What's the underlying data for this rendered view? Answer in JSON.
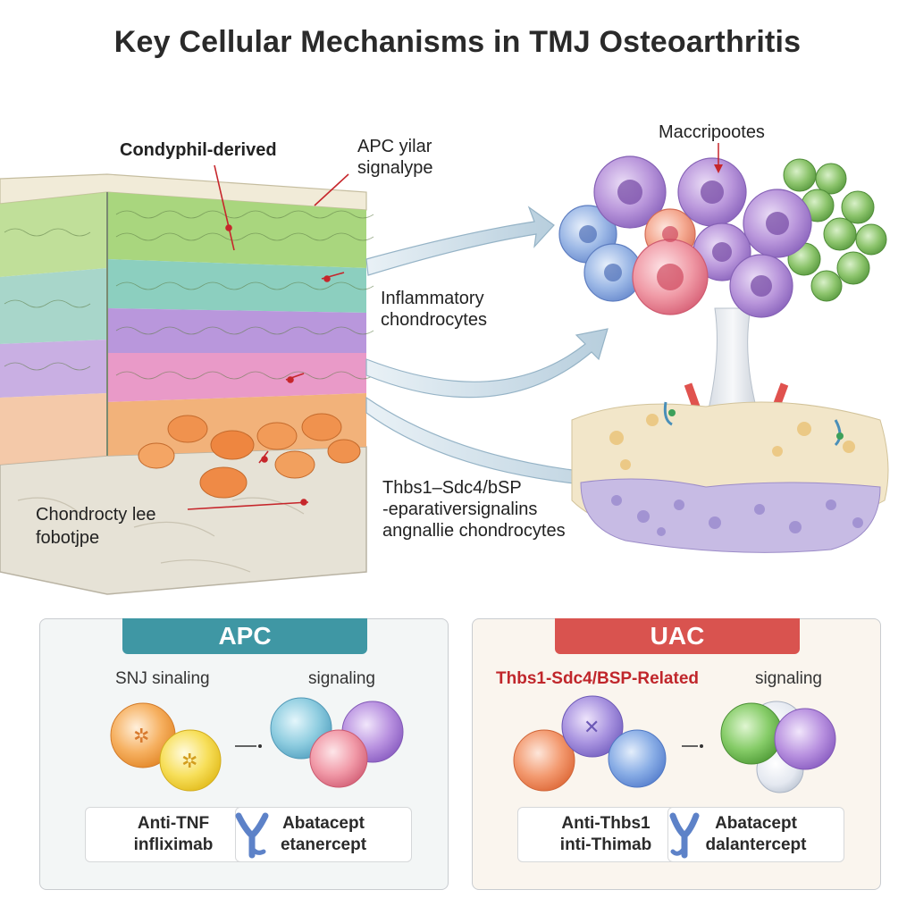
{
  "title": "Key Cellular Mechanisms in TMJ Osteoarthritis",
  "labels": {
    "condyphil": "Condyphil-derived",
    "apc_line1": "APC yilar",
    "apc_line2": "signalype",
    "macrophages": "Maccripootes",
    "inflam_line1": "Inflammatory",
    "inflam_line2": "chondrocytes",
    "chondro_line1": "Chondrocty lee",
    "chondro_line2": "fobotjpe",
    "thbs_line1": "Thbs1–Sdc4/bSP",
    "thbs_line2": "-eparativersignalins",
    "thbs_line3": "angnallie chondrocytes"
  },
  "panels": {
    "left": {
      "tab": "APC",
      "sub_left": "SNJ sinaling",
      "sub_right": "signaling",
      "drug1_line1": "Anti-TNF",
      "drug1_line2": "infliximab",
      "drug2_line1": "Abatacept",
      "drug2_line2": "etanercept"
    },
    "right": {
      "tab": "UAC",
      "sub_left": "Thbs1-Sdc4/BSP-Related",
      "sub_right": "signaling",
      "drug1_line1": "Anti-Thbs1",
      "drug1_line2": "inti-Thimab",
      "drug2_line1": "Abatacept",
      "drug2_line2": "dalantercept"
    }
  },
  "colors": {
    "apc_tab": "#3f97a4",
    "uac_tab": "#d9534f",
    "red_text": "#c0262b"
  }
}
